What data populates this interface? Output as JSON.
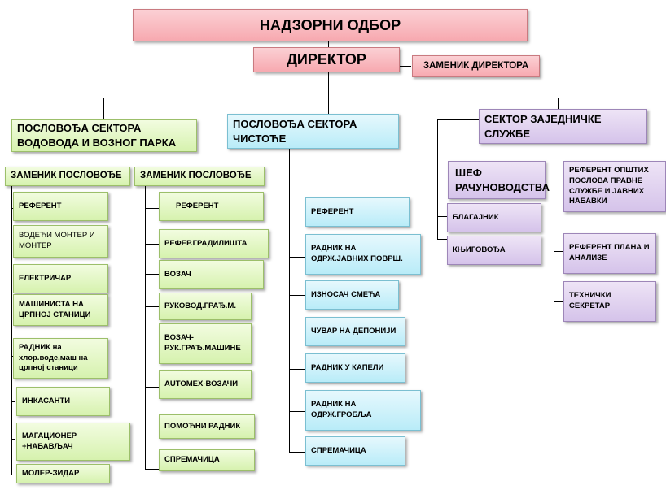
{
  "top": {
    "board": "НАДЗОРНИ ОДБОР",
    "director": "ДИРЕКТОР",
    "deputy_director": "ЗАМЕНИК ДИРЕКТОРА"
  },
  "water": {
    "head": "ПОСЛОВОЂА СЕКТОРА ВОДОВОДА И    ВОЗНОГ ПАРКА",
    "deputy_left": "ЗАМЕНИК ПОСЛОВОЂЕ",
    "deputy_right": "ЗАМЕНИК ПОСЛОВОЂЕ",
    "left_items": [
      "РЕФЕРЕНТ",
      "ВОДЕЋИ МОНТЕР И МОНТЕР",
      "ЕЛЕКТРИЧАР",
      "МАШИНИСТА НА ЦРПНОЈ СТАНИЦИ",
      "РАДНИК на хлор.воде,маш на црпној станици",
      "ИНКАСАНТИ",
      "МАГАЦИОНЕР +НАБАВЉАЧ",
      "МОЛЕР-ЗИДАР"
    ],
    "right_items": [
      "РЕФЕРЕНТ",
      "РЕФЕР.ГРАДИЛИШТА",
      "ВОЗАЧ",
      "РУКОВОД.ГРАЂ.М.",
      "ВОЗАЧ-РУК.ГРАЂ.МАШИНЕ",
      "AUTOMEX-ВОЗАЧИ",
      "ПОМОЋНИ РАДНИК",
      "СПРЕМАЧИЦА"
    ]
  },
  "clean": {
    "head": "ПОСЛОВОЂА СЕКТОРА ЧИСТОЋЕ",
    "items": [
      "РЕФЕРЕНТ",
      "РАДНИК НА ОДРЖ.ЈАВНИХ ПОВРШ.",
      "ИЗНОСАЧ СМЕЋА",
      "ЧУВАР НА ДЕПОНИЈИ",
      "РАДНИК У КАПЕЛИ",
      "РАДНИК НА ОДРЖ.ГРОБЉА",
      "СПРЕМАЧИЦА"
    ]
  },
  "common": {
    "head": "СЕКТОР ЗАЈЕДНИЧКЕ СЛУЖБЕ",
    "accounting_head": "ШЕФ РАЧУНОВОДСТВА",
    "accounting_items": [
      "БЛАГАЈНИК",
      "КЊИГОВОЂА"
    ],
    "right_items": [
      "РЕФЕРЕНТ ОПШТИХ ПОСЛОВА ПРАВНЕ СЛУЖБЕ И ЈАВНИХ НАБАВКИ",
      "РЕФЕРЕНТ ПЛАНА И АНАЛИЗЕ",
      "ТЕХНИЧКИ СЕКРЕТАР"
    ]
  },
  "colors": {
    "top": "#f7a9b0",
    "water": "#d6f2ae",
    "clean": "#b9ecf8",
    "common": "#d5c3ea"
  }
}
